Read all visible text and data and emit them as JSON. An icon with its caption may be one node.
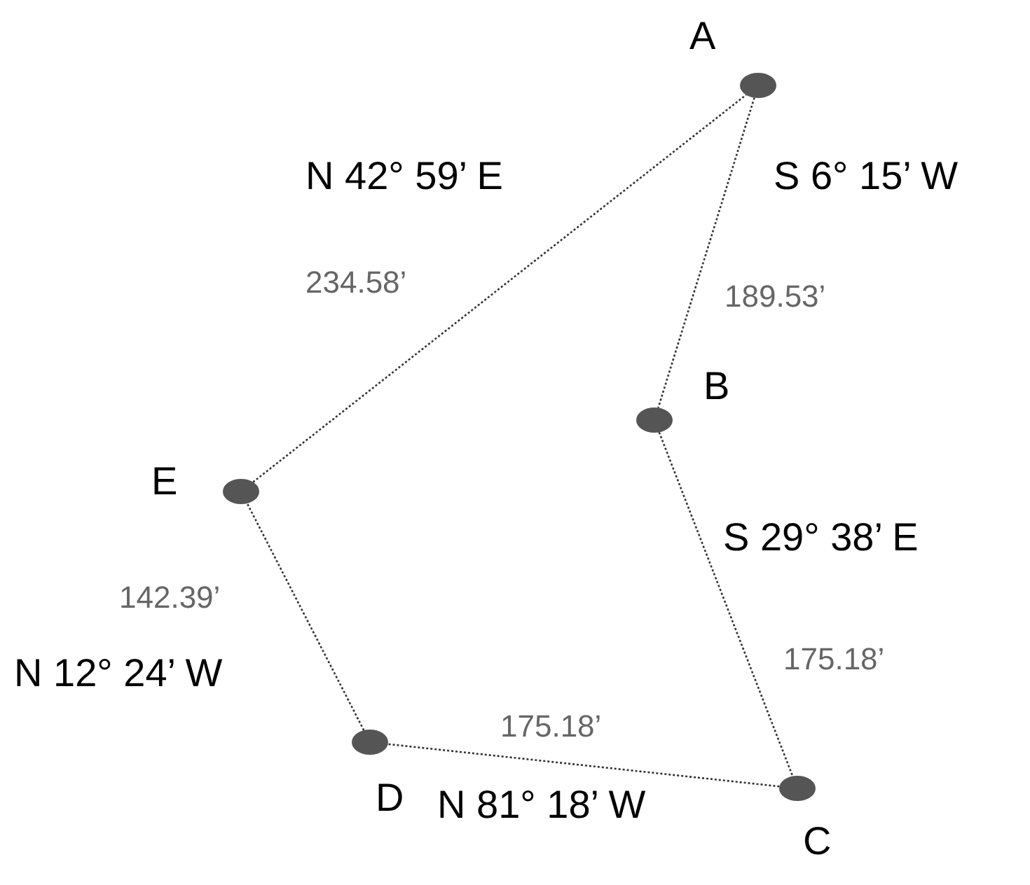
{
  "diagram": {
    "nodes": [
      {
        "text": [],
        "shape": "circle",
        "beside": [
          "A"
        ]
      },
      {
        "text": [],
        "shape": "circle",
        "beside": [
          "B"
        ]
      },
      {
        "text": [],
        "shape": "circle",
        "beside": [
          "C"
        ]
      },
      {
        "text": [],
        "shape": "circle",
        "beside": [
          "D"
        ]
      },
      {
        "text": [],
        "shape": "circle",
        "beside": [
          "E"
        ]
      }
    ],
    "edges": [
      {
        "from": 0,
        "to": 1,
        "arrow": "none",
        "label": "189.53’"
      },
      {
        "from": 1,
        "to": 2,
        "arrow": "none",
        "label": "175.18’"
      },
      {
        "from": 2,
        "to": 3,
        "arrow": "none",
        "label": "175.18’"
      },
      {
        "from": 3,
        "to": 4,
        "arrow": "none",
        "label": "142.39’"
      },
      {
        "from": 4,
        "to": 0,
        "arrow": "none",
        "label": "234.58’"
      }
    ],
    "labels": [
      "N 42° 59’ E",
      "S 6° 15’ W",
      "S 29° 38’ E",
      "N 12° 24’ W",
      "N 81° 18’ W"
    ]
  }
}
